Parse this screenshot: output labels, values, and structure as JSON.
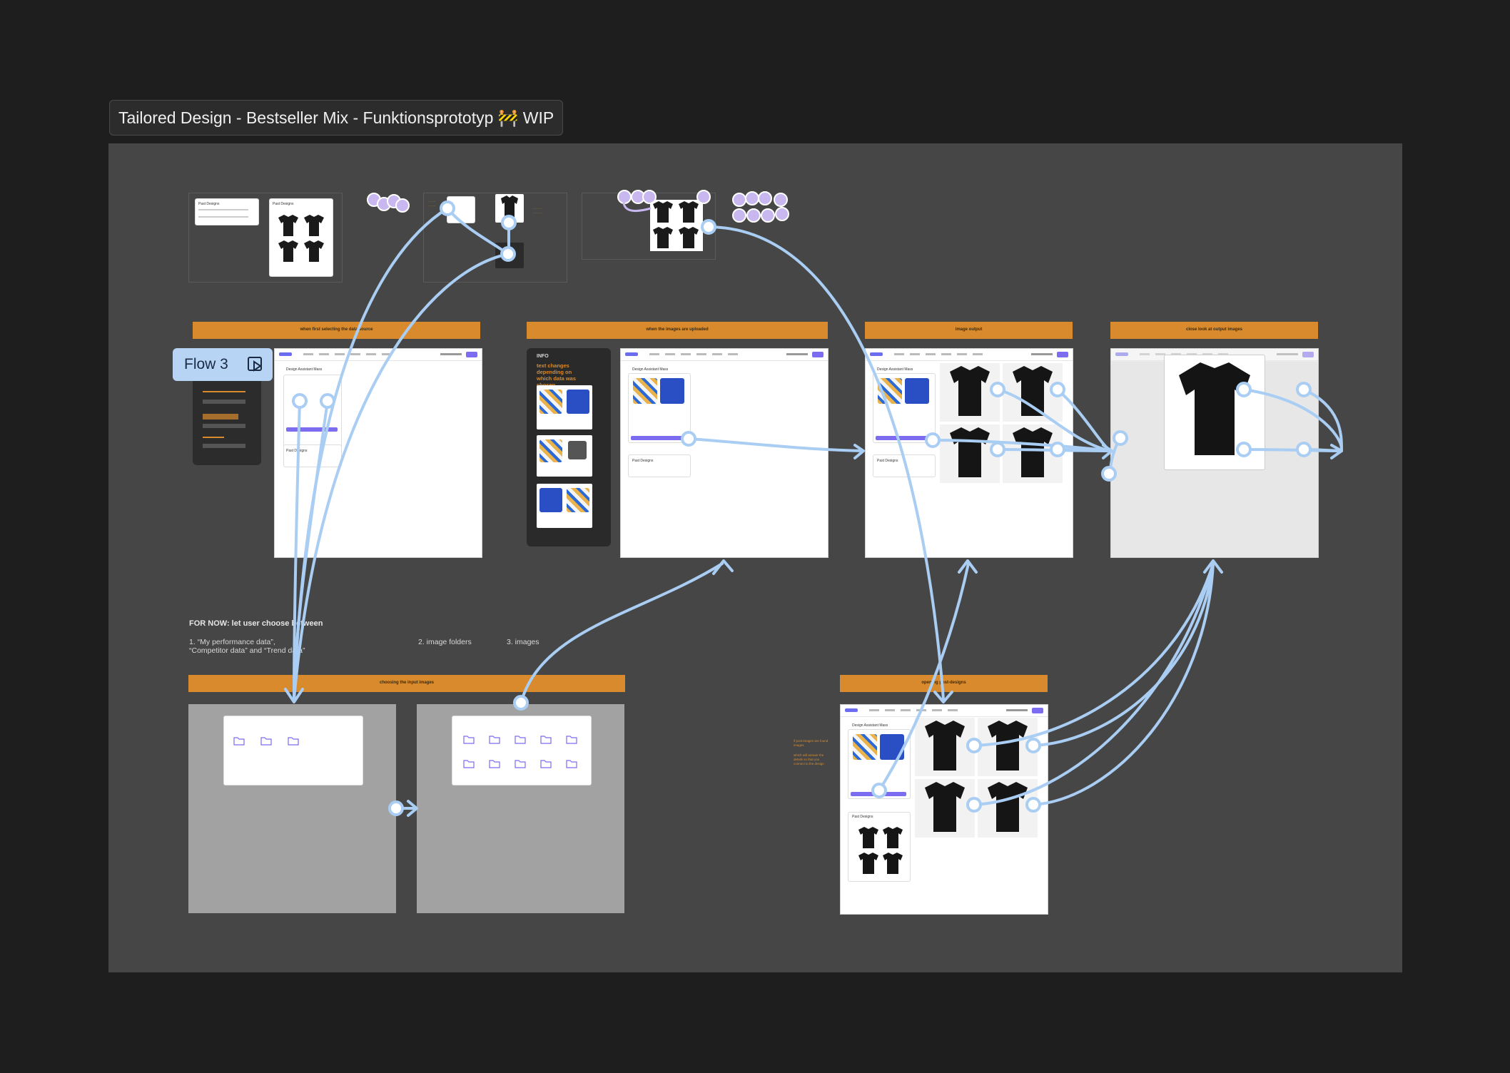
{
  "frame": {
    "title": "Tailored Design - Bestseller Mix - Funktionsprototyp 🚧 WIP"
  },
  "flow_badge": {
    "label": "Flow 3",
    "icon": "play-icon"
  },
  "notes": {
    "for_now": "FOR NOW: let user choose between",
    "option1_line1": "1. “My performance data”,",
    "option1_line2": "“Competitor data” and “Trend data”",
    "option2": "2. image folders",
    "option3": "3. images"
  },
  "info_panel": {
    "heading": "INFO",
    "text": "text changes depending on which data was chosen"
  },
  "step_bands": {
    "step1": "when first selecting the data source",
    "step2": "when the images are uploaded",
    "step3": "image output",
    "step4": "close look at output images",
    "step5": "choosing the input images",
    "step6": "opening post-designs"
  },
  "screens": {
    "design_assistant_title": "Design Assistant Mass",
    "past_designs": "Past Designs"
  },
  "thumbnails": {
    "past_designs_left": "Past Designs",
    "past_designs_right": "Past Designs"
  },
  "side_notes": {
    "orange_note_1": "if post-images are found images",
    "orange_note_2": "which will answer the details so that you connect to the design"
  },
  "colors": {
    "canvas": "#464646",
    "background": "#1e1e1e",
    "step_band": "#d98a2c",
    "connector": "#a9cdf3",
    "accent": "#7b6cf0",
    "selection_purple": "#c9b8f0"
  }
}
